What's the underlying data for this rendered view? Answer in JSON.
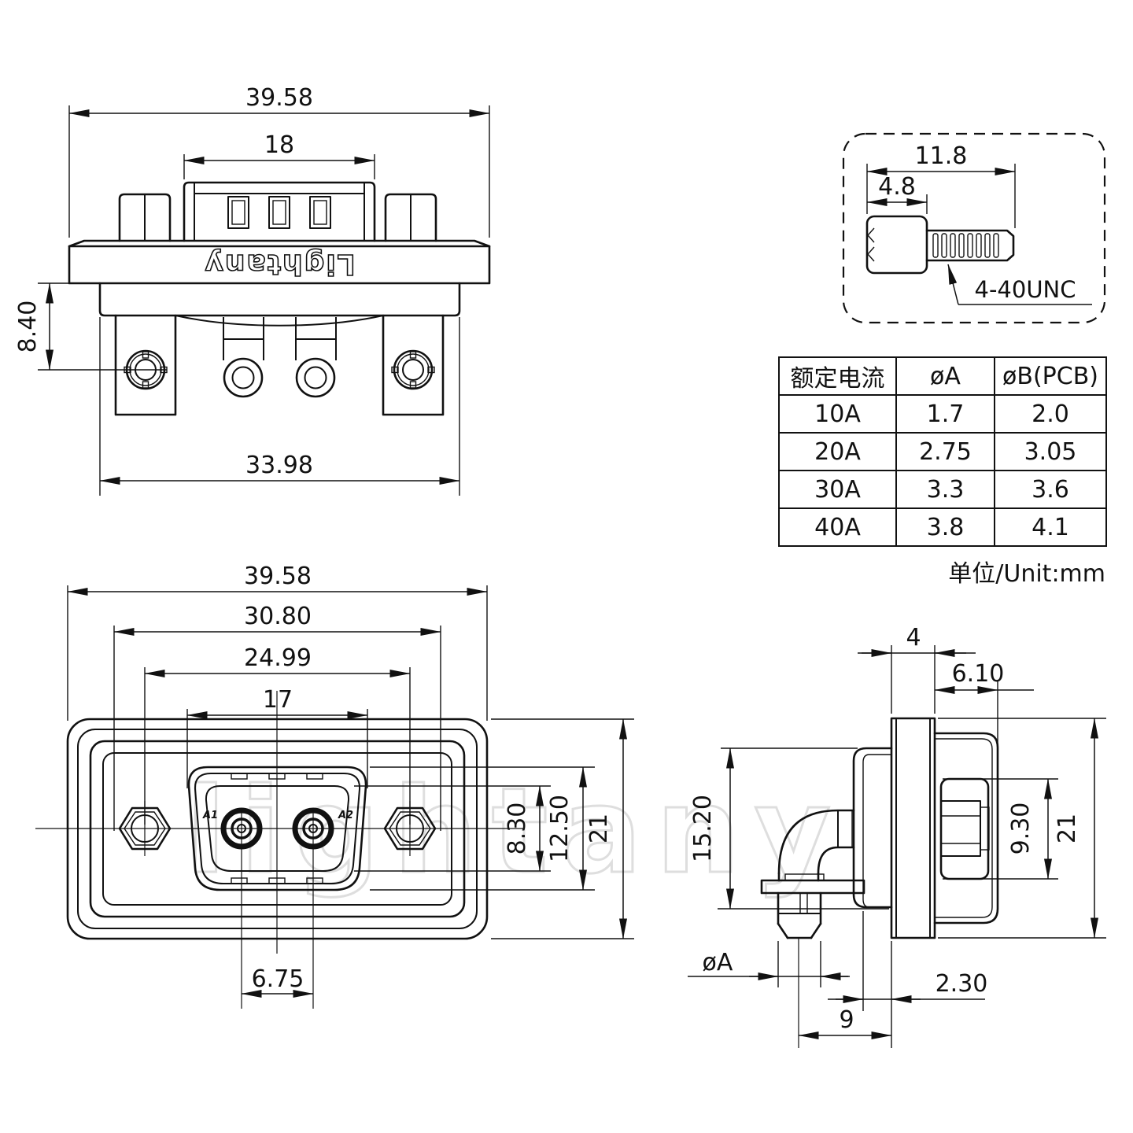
{
  "watermark": "lightany",
  "rear_view": {
    "logo": "Lightany",
    "dim_width": "39.58",
    "dim_shell_width": "18",
    "dim_flange_offset": "8.40",
    "dim_body_width": "33.98"
  },
  "screw_detail": {
    "dim_length": "11.8",
    "dim_head": "4.8",
    "thread_label": "4-40UNC"
  },
  "front_view": {
    "dim_width": "39.58",
    "dim_mount_span": "30.80",
    "dim_jackscrew_span": "24.99",
    "dim_shell_width": "17",
    "dim_opening_height": "8.30",
    "dim_shell_height": "12.50",
    "dim_height": "21",
    "dim_contact_pitch": "6.75",
    "contact_a1": "A1",
    "contact_a2": "A2"
  },
  "side_view": {
    "dim_flange_thickness": "4",
    "dim_rear_depth": "6.10",
    "dim_front_height": "15.20",
    "dim_insulator_height": "9.30",
    "dim_height": "21",
    "dim_pin_dia": "øA",
    "dim_face_gap": "2.30",
    "dim_pin_setback": "9"
  },
  "spec_table": {
    "headers": [
      "额定电流",
      "øA",
      "øB(PCB)"
    ],
    "rows": [
      [
        "10A",
        "1.7",
        "2.0"
      ],
      [
        "20A",
        "2.75",
        "3.05"
      ],
      [
        "30A",
        "3.3",
        "3.6"
      ],
      [
        "40A",
        "3.8",
        "4.1"
      ]
    ],
    "unit_note": "单位/Unit:mm"
  }
}
